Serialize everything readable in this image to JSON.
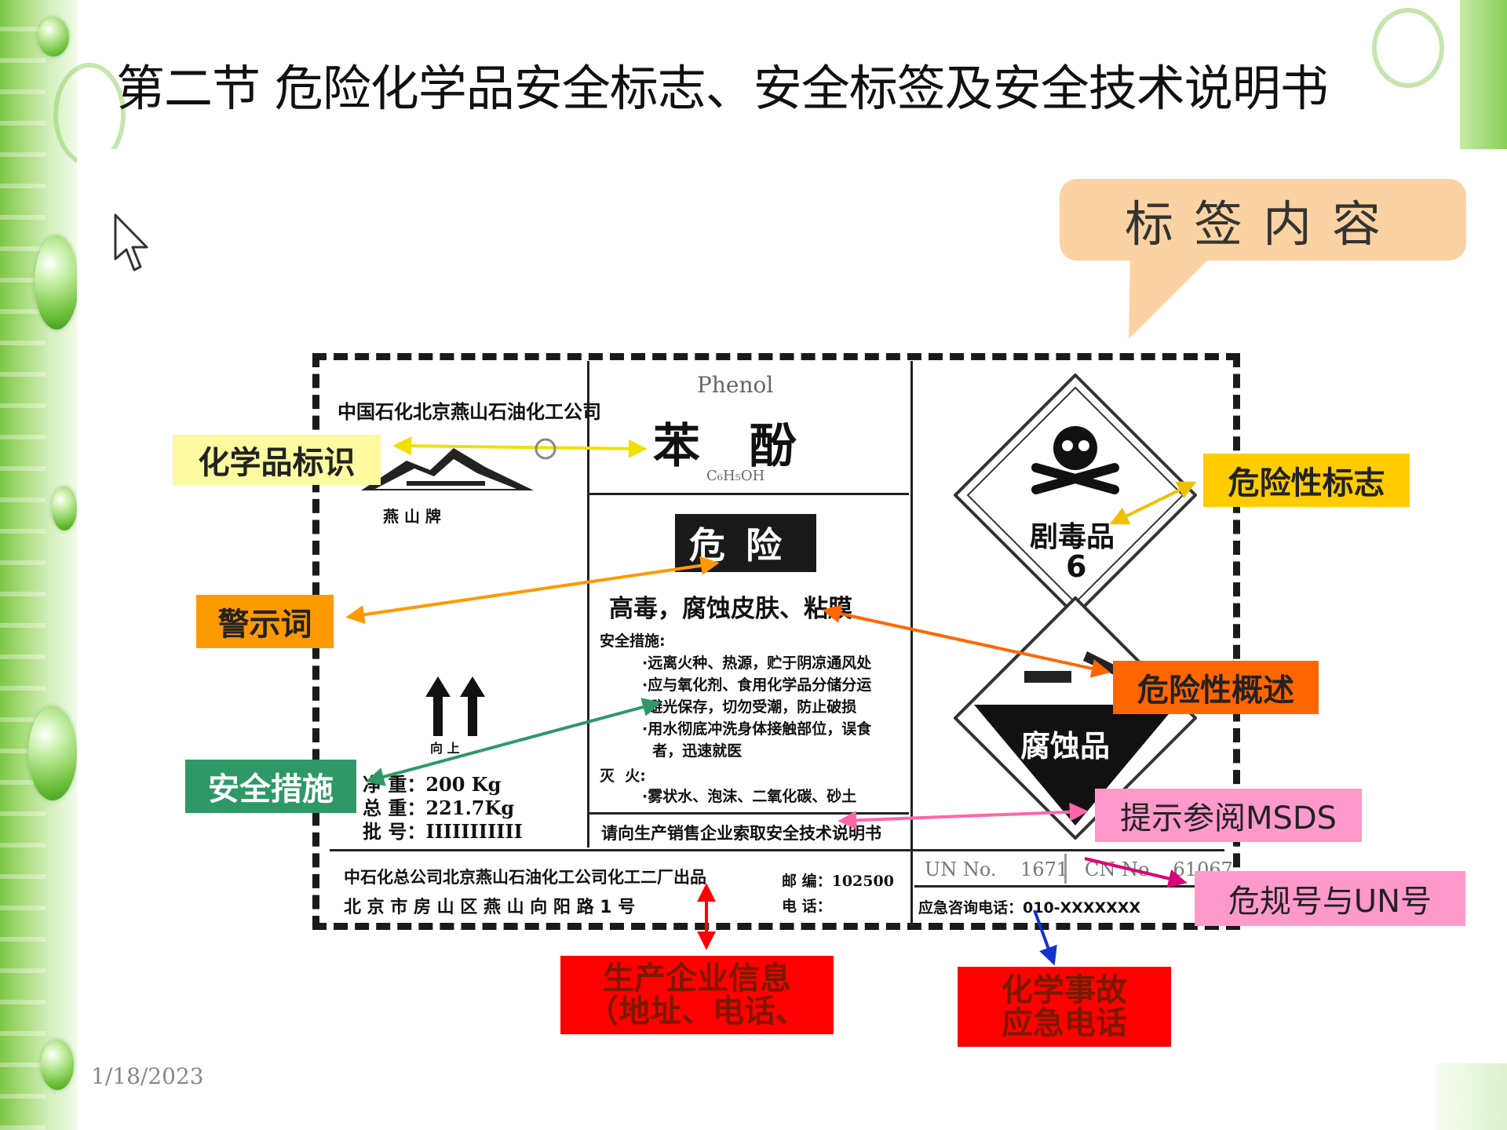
{
  "slide": {
    "title": "第二节 危险化学品安全标志、安全标签及安全技术说明书",
    "date": "1/18/2023"
  },
  "callout": {
    "text": "标签内容"
  },
  "label": {
    "company": "中国石化北京燕山石油化工公司",
    "brand": "燕 山 牌",
    "name_en": "Phenol",
    "name_cn": "苯   酚",
    "formula": "C₆H₅OH",
    "signal_word": "危险",
    "hazard_summary": "高毒，腐蚀皮肤、粘膜",
    "safety_heading": "安全措施:",
    "safety_lines": [
      "·远离火种、热源，贮于阴凉通风处",
      "·应与氧化剂、食用化学品分储分运",
      "·避光保存，切勿受潮，防止破损",
      "·用水彻底冲洗身体接触部位，误食",
      "  者，迅速就医"
    ],
    "fire_heading": "灭  火:",
    "fire_line": "·雾状水、泡沫、二氧化碳、砂土",
    "msds_note": "请向生产销售企业索取安全技术说明书",
    "up_label": "向 上",
    "net_weight": "净  重：200 Kg",
    "gross_weight": "总  重：221.7Kg",
    "batch": "批  号：IIIIIIIIIII",
    "producer_line1": "中石化总公司北京燕山石油化工公司化工二厂出品",
    "producer_line2": "北 京 市 房 山 区 燕 山 向 阳 路 1 号",
    "postcode": "邮 编：102500",
    "phone": "电 话：",
    "un_no": "UN No.    1671",
    "cn_no": "CN No.   61067",
    "emergency_phone": "应急咨询电话：010-XXXXXXX",
    "toxic_diamond_label": "剧毒品",
    "toxic_class": "6",
    "corrosive_label": "腐蚀品"
  },
  "tags": {
    "chemical_id": "化学品标识",
    "signal_word": "警示词",
    "safety_measures": "安全措施",
    "hazard_symbol": "危险性标志",
    "hazard_overview": "危险性概述",
    "msds_ref": "提示参阅MSDS",
    "danger_un": "危规号与UN号",
    "producer_info_1": "生产企业信息",
    "producer_info_2": "（地址、电话、",
    "emergency_1": "化学事故",
    "emergency_2": "应急电话"
  },
  "colors": {
    "yellow_tag": "#fdfaa0",
    "orange_tag": "#ff9900",
    "green_tag": "#2e9966",
    "gold_tag": "#ffcc00",
    "deep_orange_tag": "#ff6600",
    "pink_tag": "#ff99cc",
    "red_tag": "#ff0000",
    "callout": "#fbd3a3"
  }
}
